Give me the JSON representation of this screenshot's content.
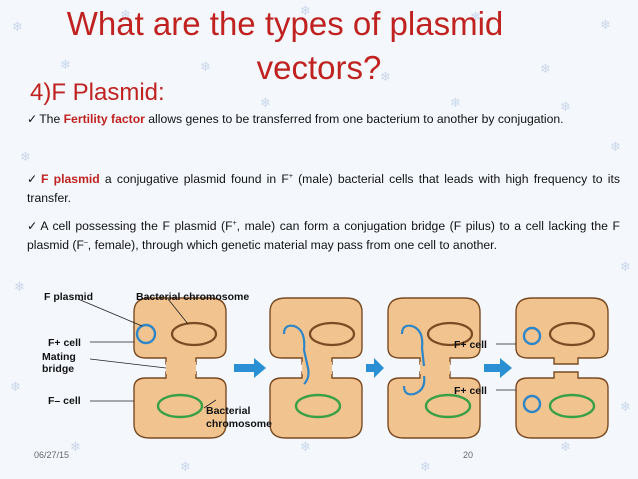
{
  "slide": {
    "title_line1": "What are the types of plasmid",
    "title_line2": "vectors?",
    "subtitle": "4)F Plasmid:",
    "para1": {
      "check": "✓",
      "pre": "The ",
      "highlight": "Fertility factor",
      "post": " allows genes to be transferred from one bacterium to another  by conjugation."
    },
    "para2": {
      "check": "✓",
      "highlight": "F plasmid",
      "pre": " a conjugative plasmid found in F",
      "sup": "+",
      "post": " (male) bacterial cells that leads with high frequency to its transfer."
    },
    "para3": {
      "check": "✓",
      "t1": "A cell possessing the F plasmid (F",
      "sup1": "+",
      "t2": ", male) can form a conjugation bridge (F pilus) to a cell lacking the F plasmid (F",
      "sup2": "–",
      "t3": ", female), through which genetic material may pass from one cell to another."
    },
    "diagram": {
      "label_f_plasmid": "F plasmid",
      "label_bacterial_chromosome_top": "Bacterial chromosome",
      "label_fplus_cell": "F+ cell",
      "label_mating": "Mating",
      "label_bridge": "bridge",
      "label_fminus_cell": "F– cell",
      "label_bacterial": "Bacterial",
      "label_chromosome": "chromosome",
      "label_fplus_right_top": "F+ cell",
      "label_fplus_right_bottom": "F+ cell",
      "colors": {
        "cell_fill": "#f1c48f",
        "cell_stroke": "#7a4a22",
        "plasmid": "#2f86c6",
        "chromosome_top": "#7a4a22",
        "chromosome_bottom": "#3aa046",
        "arrow": "#2a8fd3"
      }
    },
    "footer": {
      "date": "06/27/15",
      "page": "20"
    }
  }
}
